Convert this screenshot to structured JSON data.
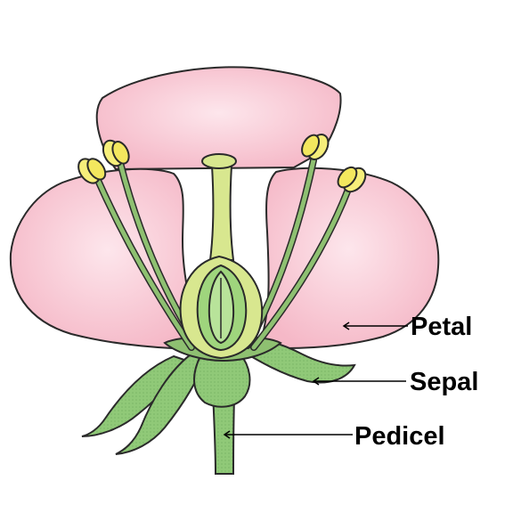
{
  "labels": {
    "petal": "Petal",
    "sepal": "Sepal",
    "pedicel": "Pedicel"
  },
  "colors": {
    "petal": "#f8c7d2",
    "petal_shade": "#f3aabd",
    "sepal": "#90c978",
    "sepal_dark": "#6fae59",
    "stamen": "#8ec071",
    "anther": "#f6ee7a",
    "pistil": "#d8e78f",
    "ovary_inner": "#9fd57d",
    "outline": "#2a2a2a"
  }
}
